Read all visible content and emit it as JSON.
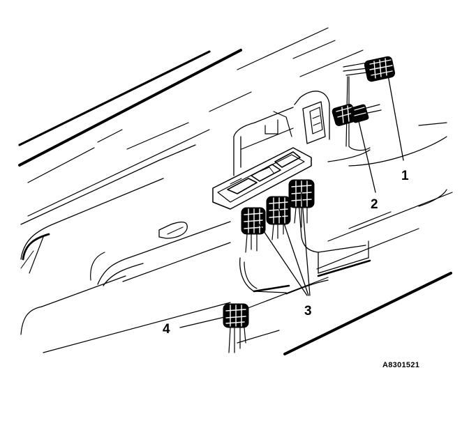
{
  "diagram": {
    "figure_id": "A8301521",
    "callouts": [
      "1",
      "2",
      "3",
      "4"
    ],
    "line_color": "#000000",
    "background": "#ffffff"
  }
}
